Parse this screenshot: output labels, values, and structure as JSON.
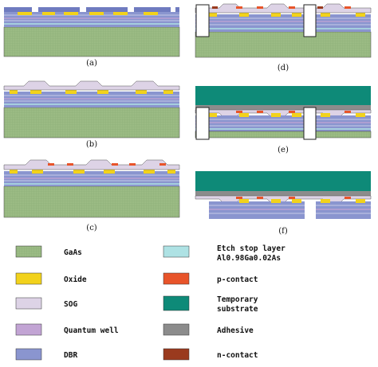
{
  "panels": {
    "a": {
      "label": "(a)"
    },
    "b": {
      "label": "(b)"
    },
    "c": {
      "label": "(c)"
    },
    "d": {
      "label": "(d)"
    },
    "e": {
      "label": "(e)"
    },
    "f": {
      "label": "(f)"
    }
  },
  "legend": {
    "gaas": {
      "label": "GaAs",
      "color": "#9bbb84"
    },
    "oxide": {
      "label": "Oxide",
      "color": "#f2d21c"
    },
    "sog": {
      "label": "SOG",
      "color": "#ddd3e6"
    },
    "quantum_well": {
      "label": "Quantum well",
      "color": "#c2a4d4"
    },
    "dbr": {
      "label": "DBR",
      "color": "#8a95cf"
    },
    "etch_stop": {
      "label_line1": "Etch stop layer",
      "label_line2": "Al0.98Ga0.02As",
      "color": "#aee2e4"
    },
    "p_contact": {
      "label": "p-contact",
      "color": "#e8542a"
    },
    "temp_substrate": {
      "label_line1": "Temporary",
      "label_line2": "substrate",
      "color": "#0e8a78"
    },
    "adhesive": {
      "label": "Adhesive",
      "color": "#8c8c8c"
    },
    "n_contact": {
      "label": "n-contact",
      "color": "#9a3a1e"
    }
  }
}
